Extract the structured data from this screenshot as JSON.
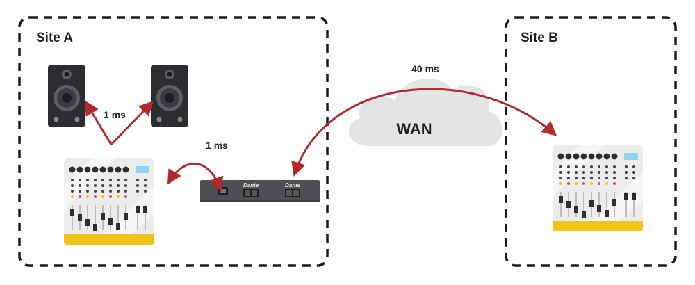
{
  "site_a": {
    "label": "Site A"
  },
  "site_b": {
    "label": "Site B"
  },
  "wan": {
    "label": "WAN"
  },
  "links": {
    "speakers_latency": "1 ms",
    "mixer_interface_latency": "1 ms",
    "wan_latency": "40 ms"
  },
  "interface": {
    "port_brands": [
      "Dante",
      "Dante"
    ]
  },
  "colors": {
    "arrow": "#b5282e",
    "border": "#1a1a1a",
    "cloud": "#e3e4e6",
    "mixer_accent": "#f2c418",
    "mixer_screen": "#8fd3f0",
    "device_body": "#4d4f52"
  },
  "icons": [
    "speaker-icon",
    "mixer-icon",
    "cloud-icon",
    "dante-interface-icon",
    "arrow-icon"
  ]
}
